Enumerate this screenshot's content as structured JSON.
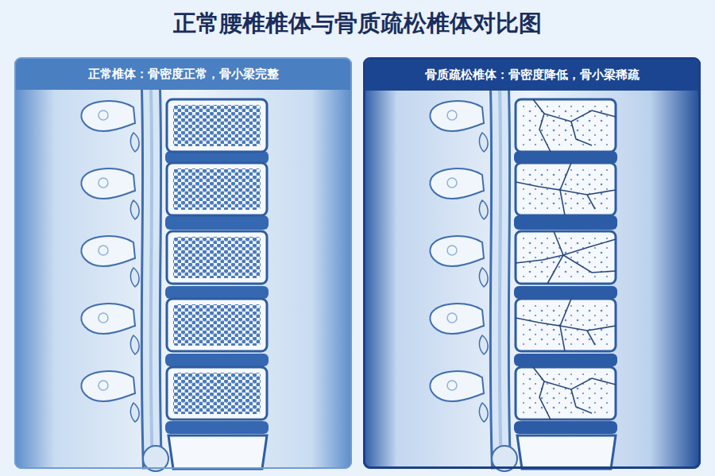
{
  "diagram": {
    "title": "正常腰椎椎体与骨质疏松椎体对比图",
    "nodes": [
      {
        "text": [
          "正常椎体：骨密度正常，骨小梁完整"
        ]
      },
      {
        "text": [
          "骨质疏松椎体：骨密度降低，骨小梁稀疏"
        ]
      }
    ]
  }
}
